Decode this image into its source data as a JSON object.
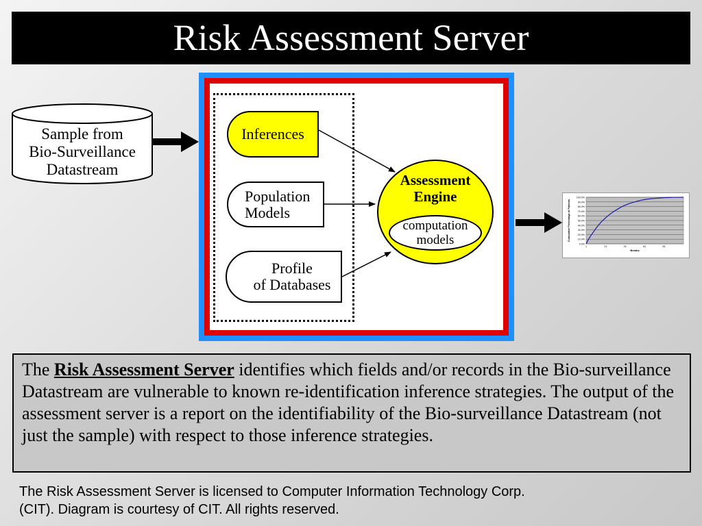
{
  "title": "Risk Assessment Server",
  "datastream": {
    "lines": [
      "Sample from",
      "Bio-Surveillance",
      "Datastream"
    ]
  },
  "inputs": {
    "inferences": "Inferences",
    "population": [
      "Population",
      "Models"
    ],
    "profile": [
      "Profile",
      "of Databases"
    ]
  },
  "engine": {
    "title": [
      "Assessment",
      "Engine"
    ],
    "sub": [
      "computation",
      "models"
    ]
  },
  "chart_data": {
    "type": "line",
    "title": "",
    "xlabel": "Breaks",
    "ylabel": "Cumulative Percentage of Patients",
    "y_ticks": [
      "0.0%",
      "10.0%",
      "20.0%",
      "30.0%",
      "40.0%",
      "50.0%",
      "60.0%",
      "70.0%",
      "80.0%",
      "90.0%",
      "100.0%"
    ],
    "x_ticks": [
      "1",
      "21",
      "41",
      "61",
      "81"
    ],
    "xlim": [
      1,
      101
    ],
    "ylim": [
      0,
      100
    ],
    "series": [
      {
        "x": [
          1,
          3,
          5,
          8,
          11,
          14,
          17,
          21,
          25,
          29,
          33,
          37,
          41,
          46,
          51,
          56,
          61,
          66,
          71,
          76,
          81,
          86,
          91,
          96,
          101
        ],
        "y": [
          0,
          8,
          15,
          24,
          33,
          41,
          48,
          56,
          63,
          69,
          74,
          79,
          83,
          87,
          90,
          93,
          95,
          96.5,
          97.5,
          98.3,
          99,
          99.4,
          99.7,
          99.9,
          100
        ]
      }
    ],
    "grid": true
  },
  "colors": {
    "outer_frame": "#1e90ff",
    "inner_frame": "#e00000",
    "highlight": "#ffff00",
    "chart_line": "#1a1aa6",
    "chart_bg": "#c0c0c0"
  },
  "description": {
    "prefix": "The ",
    "emphasis": "Risk Assessment Server",
    "body": " identifies which fields and/or records in the Bio-surveillance Datastream are vulnerable to known re-identification inference strategies.  The output of the assessment server is a report on the identifiability of the Bio-surveillance Datastream (not just the sample) with respect to those inference strategies."
  },
  "footer": {
    "lines": [
      "The Risk Assessment Server is licensed to Computer Information Technology Corp.",
      "(CIT). Diagram is courtesy of CIT.  All rights reserved."
    ]
  }
}
